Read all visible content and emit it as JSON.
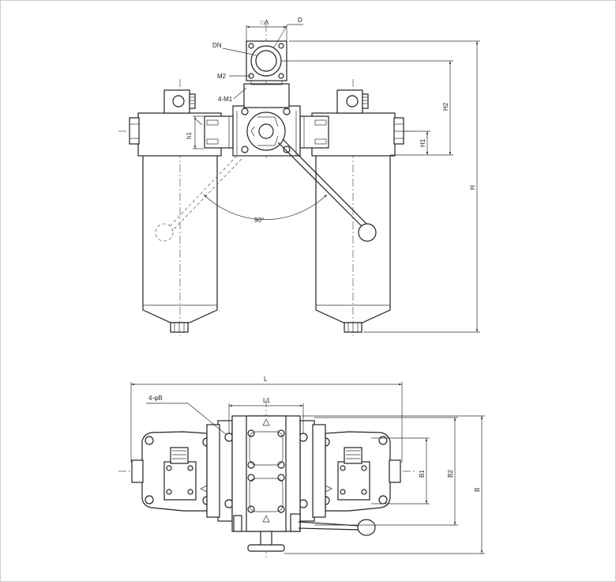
{
  "drawing": {
    "top_view_labels": {
      "square_a": "□A",
      "d": "D",
      "dn": "DN",
      "m2": "M2",
      "m1": "4-M1",
      "h2": "H2",
      "h1_right": "H1",
      "h_total": "H",
      "h1_left": "h1",
      "angle": "90°"
    },
    "bottom_view_labels": {
      "l_total": "L",
      "l1": "L1",
      "holes": "4-φB",
      "b1": "B1",
      "b2": "B2",
      "b": "B"
    }
  }
}
